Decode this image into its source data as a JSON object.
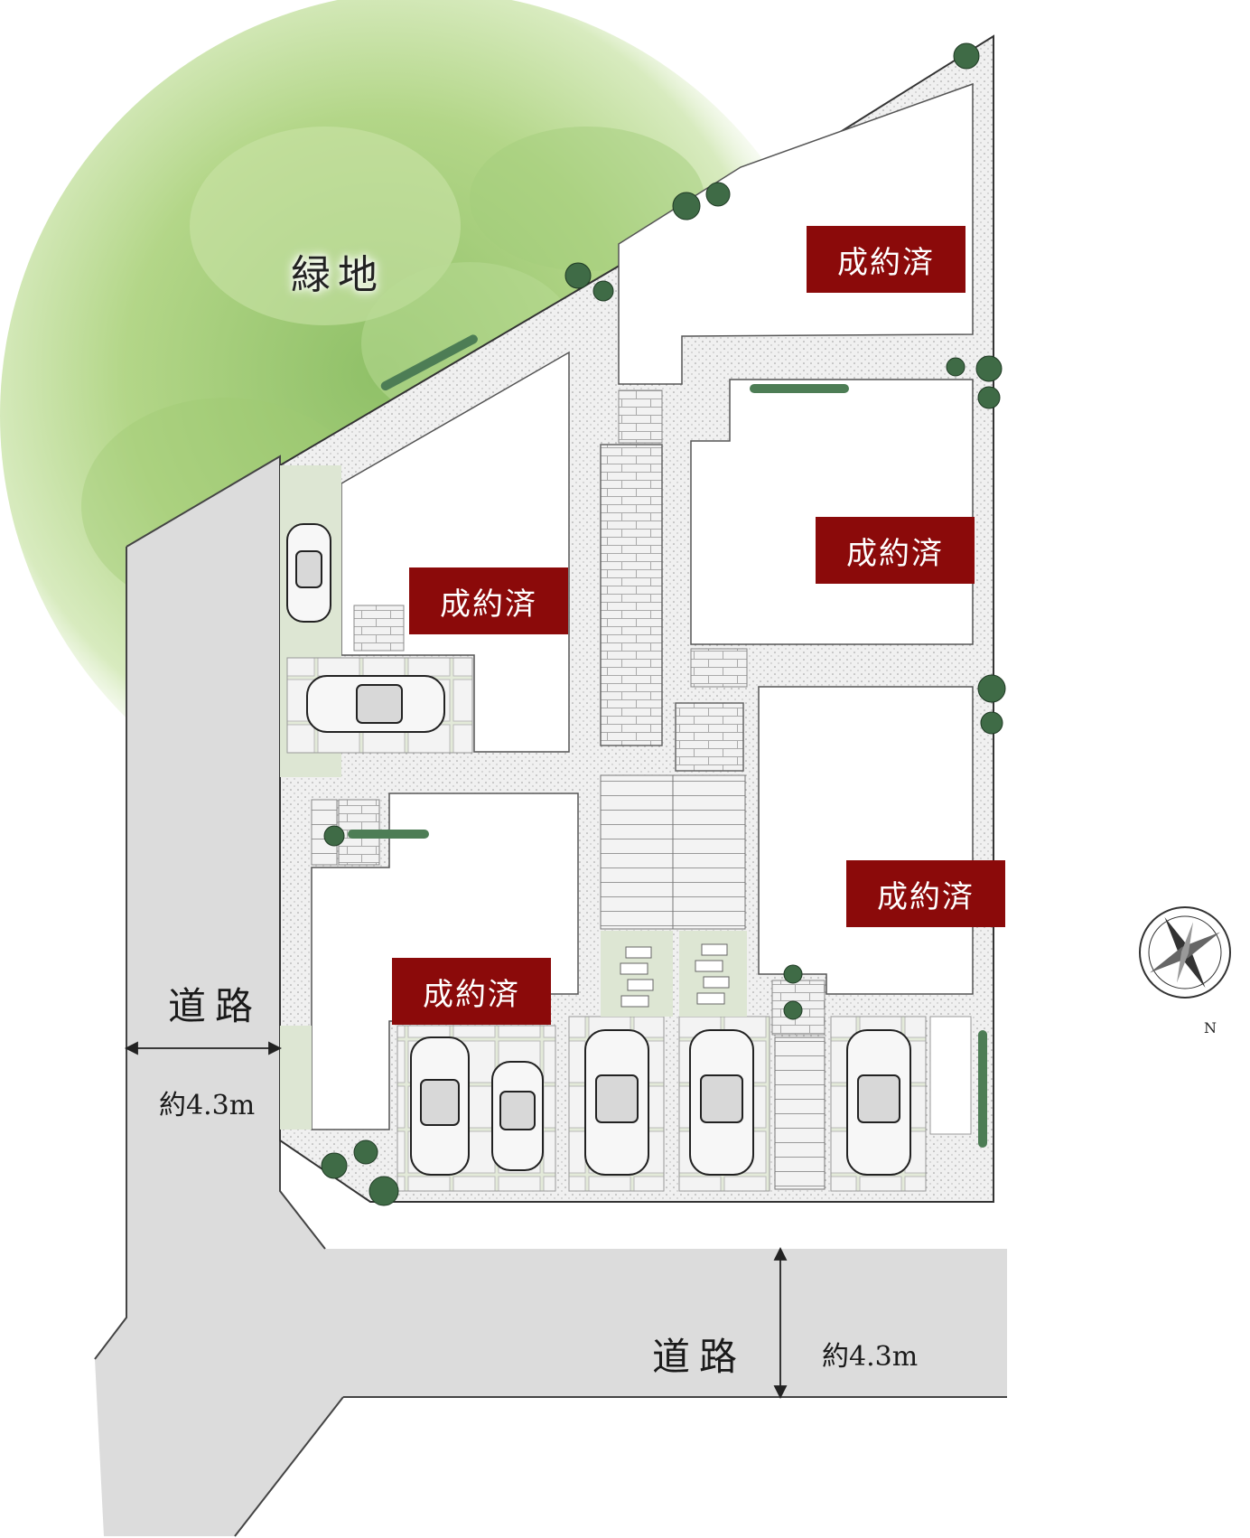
{
  "green_area": {
    "label": "緑地"
  },
  "roads": [
    {
      "id": "road-west",
      "name": "道路",
      "width": "約4.3m"
    },
    {
      "id": "road-south",
      "name": "道路",
      "width": "約4.3m"
    }
  ],
  "lots": [
    {
      "id": "lot-north-east",
      "status": "成約済"
    },
    {
      "id": "lot-central-west",
      "status": "成約済"
    },
    {
      "id": "lot-central-east",
      "status": "成約済"
    },
    {
      "id": "lot-south-west",
      "status": "成約済"
    },
    {
      "id": "lot-south-east",
      "status": "成約済"
    }
  ],
  "compass": {
    "north": "N"
  },
  "colors": {
    "sold_badge": "#8b0a0a",
    "road": "#dcdcdc",
    "greenery": "#a9cf7f",
    "parking": "#dde6d3",
    "setback": "#eeeeee"
  }
}
